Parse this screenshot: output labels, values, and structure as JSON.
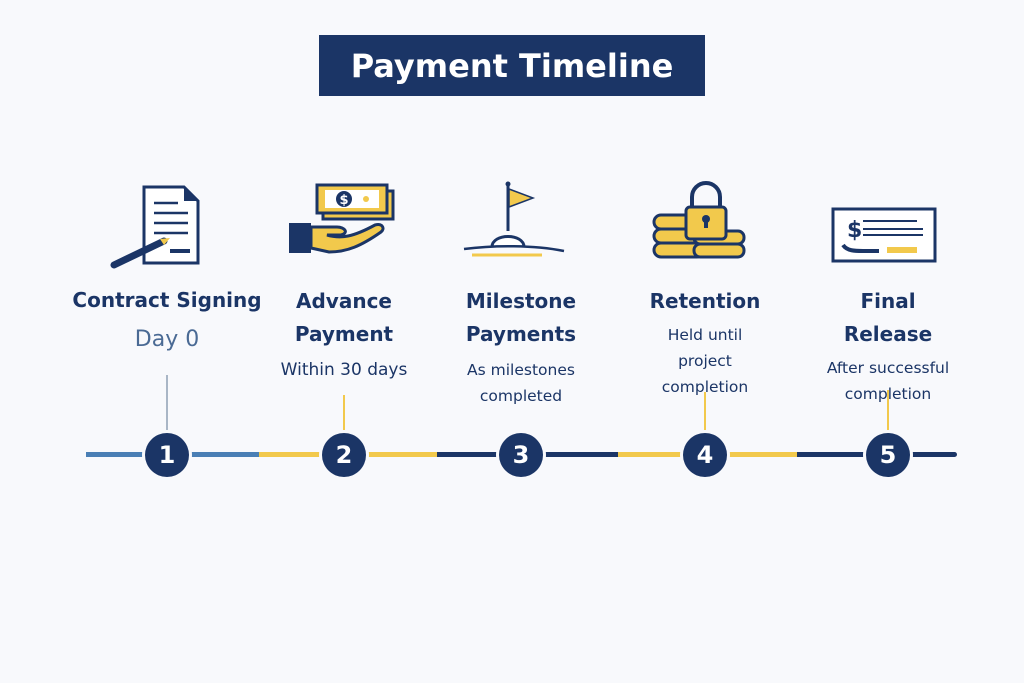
{
  "title": "Payment Timeline",
  "colors": {
    "navy": "#1b3566",
    "yellow": "#f2c94c",
    "light_blue": "#4a7fb5"
  },
  "steps": [
    {
      "number": "1",
      "title": "Contract Signing",
      "subtitle": "Day 0",
      "icon": "contract-pen-icon"
    },
    {
      "number": "2",
      "title": "Advance Payment",
      "subtitle": "Within 30 days",
      "icon": "hand-money-icon"
    },
    {
      "number": "3",
      "title": "Milestone Payments",
      "subtitle": "As milestones completed",
      "icon": "flag-hill-icon"
    },
    {
      "number": "4",
      "title": "Retention",
      "subtitle": "Held until project completion",
      "icon": "locked-coins-icon"
    },
    {
      "number": "5",
      "title": "Final Release",
      "subtitle": "After successful completion",
      "icon": "check-icon"
    }
  ]
}
